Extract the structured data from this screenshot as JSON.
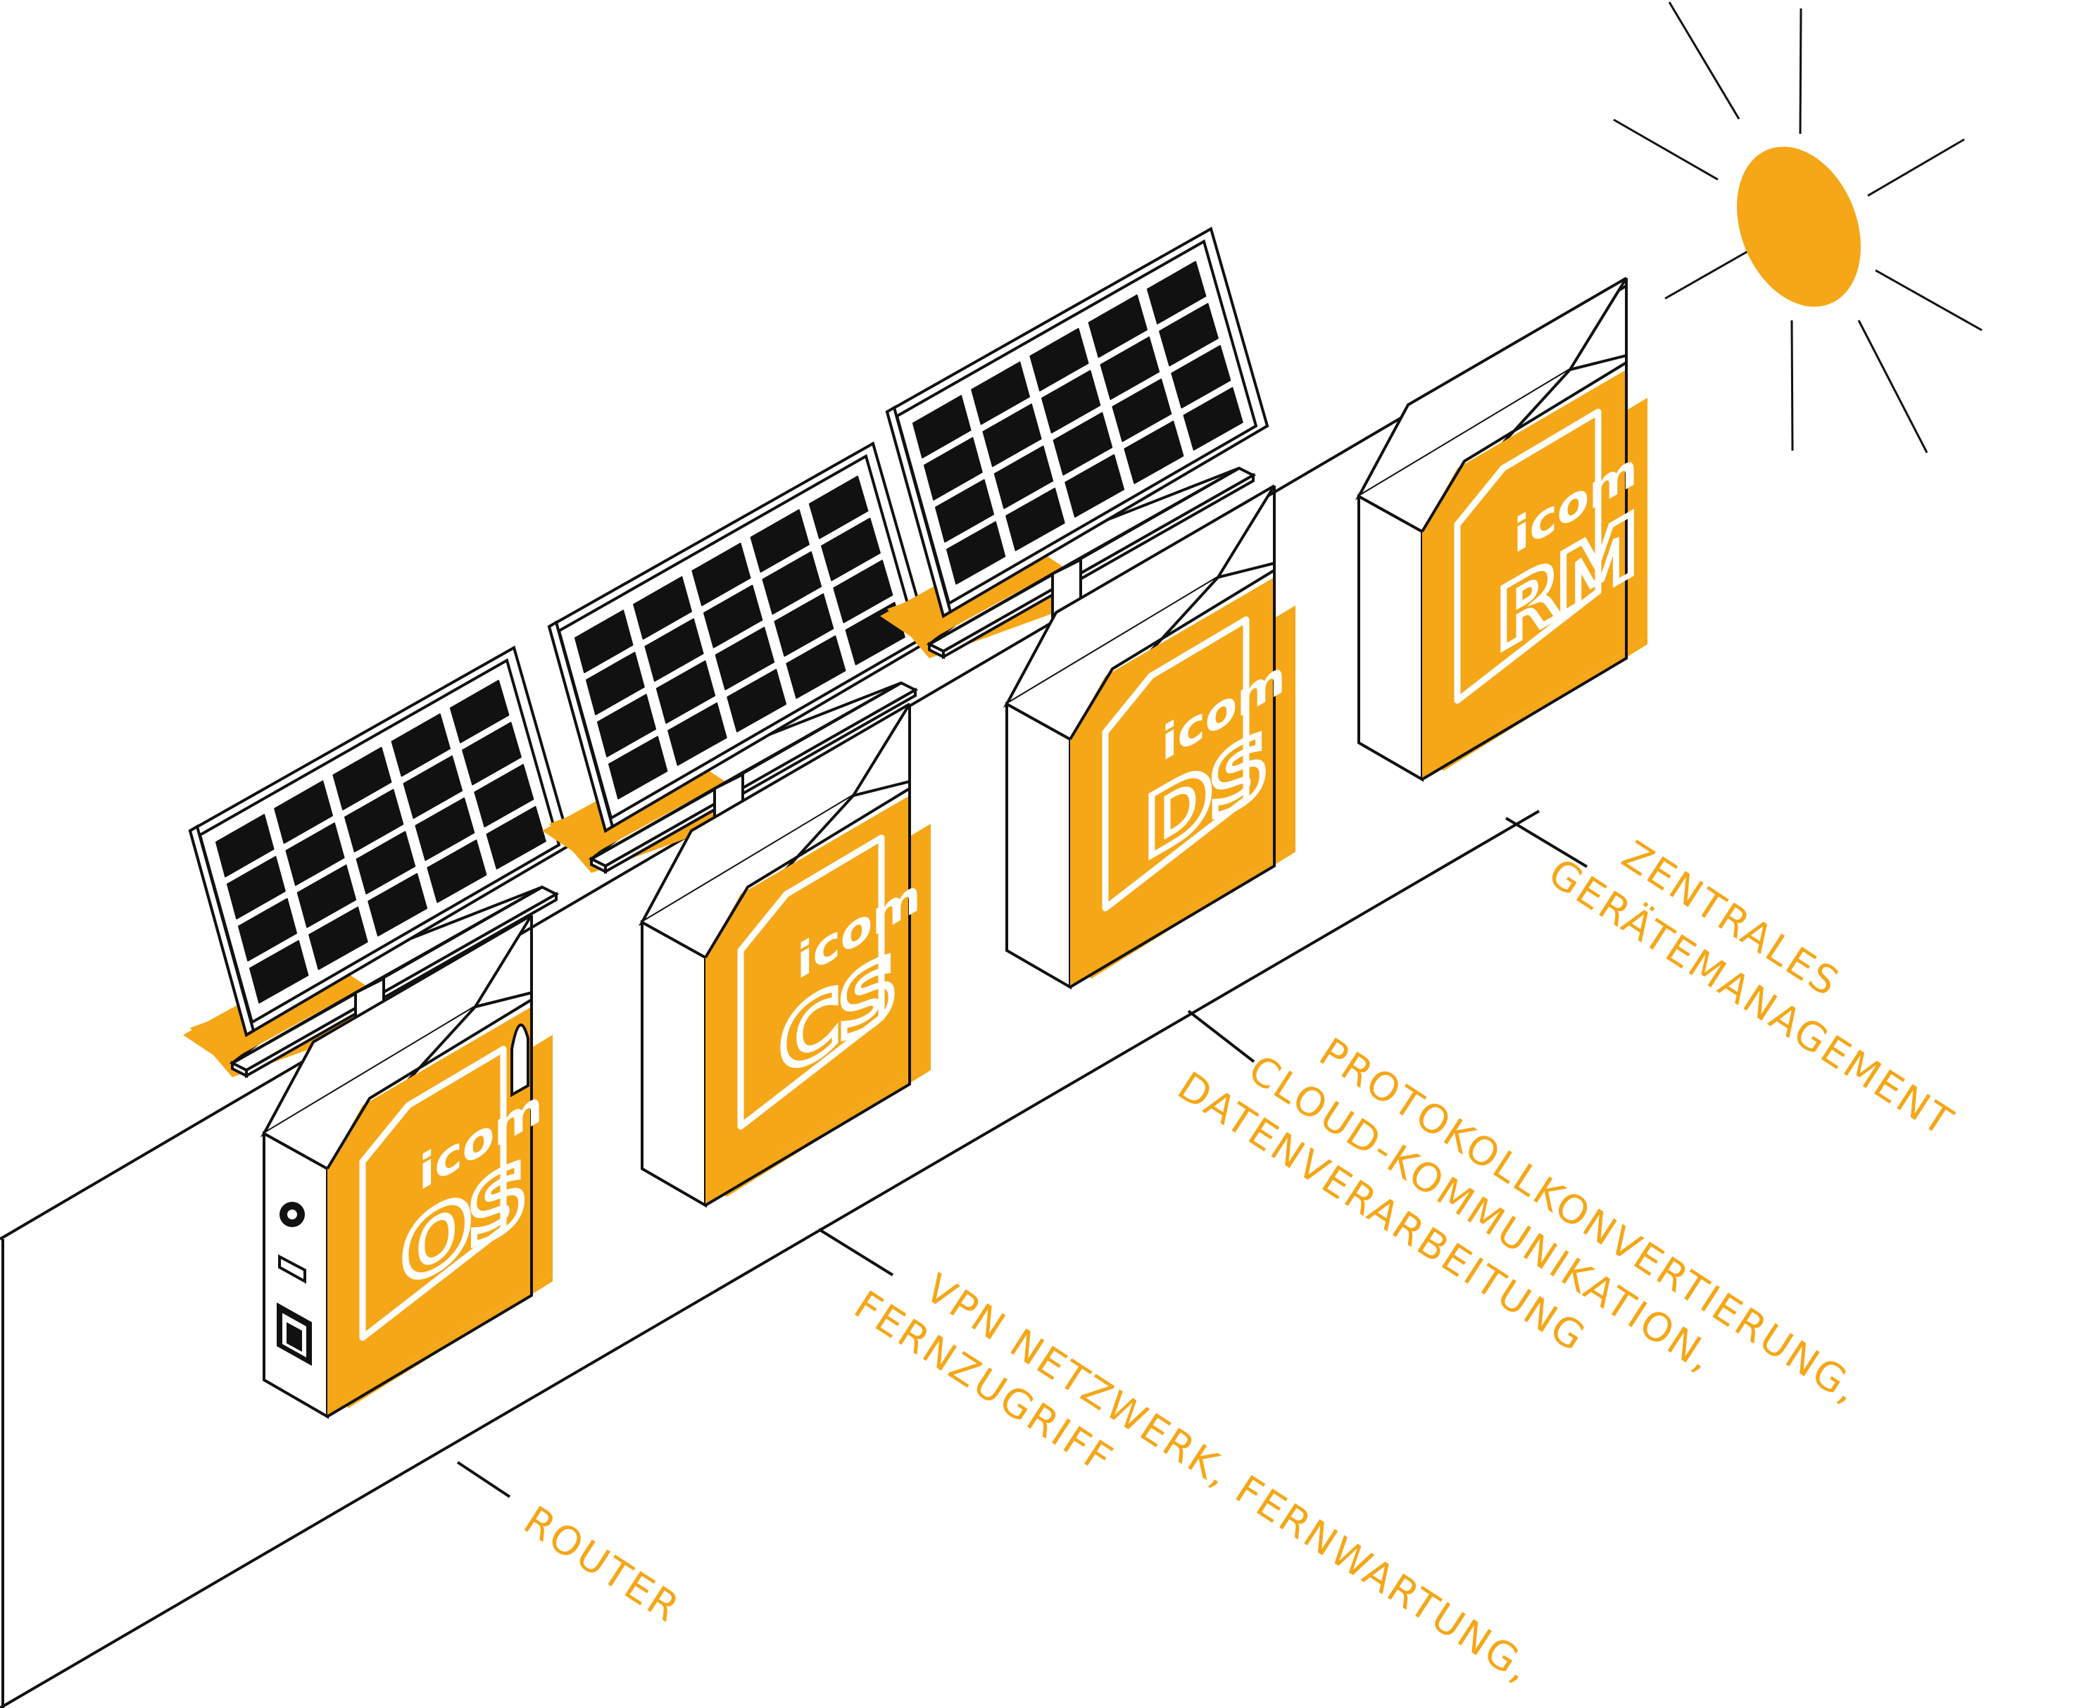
{
  "colors": {
    "accent": "#F5A718",
    "ink": "#111111",
    "panel_cell": "#111111",
    "background": "#FFFFFF"
  },
  "devices": [
    {
      "id": "os",
      "brand": "icom",
      "code": "OS"
    },
    {
      "id": "cs",
      "brand": "icom",
      "code": "CS"
    },
    {
      "id": "ds",
      "brand": "icom",
      "code": "DS"
    },
    {
      "id": "rm",
      "brand": "icom",
      "code": "RM"
    }
  ],
  "labels": {
    "os": [
      "ROUTER"
    ],
    "cs": [
      "VPN NETZWERK, FERNWARTUNG,",
      "FERNZUGRIFF"
    ],
    "ds": [
      "PROTOKOLLKONVERTIERUNG,",
      "CLOUD-KOMMUNIKATION,",
      "DATENVERARBEITUNG"
    ],
    "rm": [
      "ZENTRALES",
      "GERÄTEMANAGEMENT"
    ]
  },
  "icons": [
    "sun-icon",
    "solar-panel-icon",
    "antenna-icon",
    "usb-port-icon",
    "ethernet-port-icon",
    "power-button-icon"
  ]
}
